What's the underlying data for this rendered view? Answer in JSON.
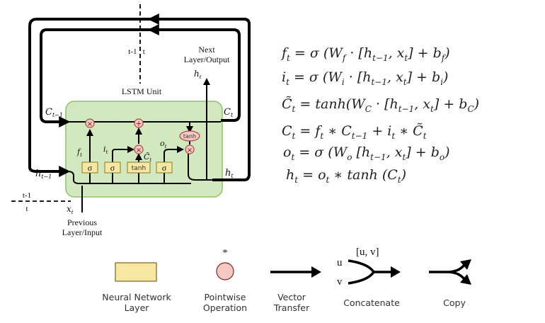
{
  "cell": {
    "title": "LSTM Unit",
    "time_top": "t-1   t",
    "time_left_prev": "t-1",
    "time_left_next": "t",
    "next_layer": "Next\nLayer/Output",
    "prev_layer": "Previous\nLayer/Input",
    "labels": {
      "c_prev": "C",
      "c_prev_sub": "t−1",
      "c_next": "C",
      "c_next_sub": "t",
      "h_prev": "h",
      "h_prev_sub": "t−1",
      "h_next": "h",
      "h_next_sub": "t",
      "h_out": "h",
      "h_out_sub": "t",
      "x_in": "x",
      "x_in_sub": "t",
      "f": "f",
      "f_sub": "t",
      "i": "i",
      "i_sub": "t",
      "o": "o",
      "o_sub": "t",
      "c_tilde": "C̃",
      "c_tilde_sub": "t"
    },
    "gates": [
      "σ",
      "σ",
      "tanh",
      "σ"
    ],
    "tanh_label": "tanh",
    "op_times": "×",
    "op_plus": "+"
  },
  "equations": [
    "f_t = σ (W_f · [h_{t−1}, x_t]  +  b_f)",
    "i_t = σ (W_i · [h_{t−1}, x_t]  +  b_i)",
    "C̃_t = tanh(W_C · [h_{t−1}, x_t]  +  b_C)",
    "C_t = f_t ∗ C_{t−1} + i_t ∗ C̃_t",
    "o_t = σ (W_o  [h_{t−1}, x_t]  +  b_o)",
    "h_t = o_t ∗ tanh (C_t)"
  ],
  "legend": {
    "nn_layer": "Neural Network\nLayer",
    "pointwise": "Pointwise\nOperation",
    "pointwise_symbol": "*",
    "vector": "Vector\nTransfer",
    "concat": "Concatenate",
    "concat_u": "u",
    "concat_v": "v",
    "concat_uv": "[u, v]",
    "copy": "Copy"
  },
  "colors": {
    "cell_fill": "#d2e9c0",
    "cell_stroke": "#8fbf6a",
    "gate_fill": "#f6e7a2",
    "gate_stroke": "#8a7a2a",
    "op_fill": "#f4c9c4",
    "op_stroke": "#b0473e",
    "line": "#000000"
  }
}
